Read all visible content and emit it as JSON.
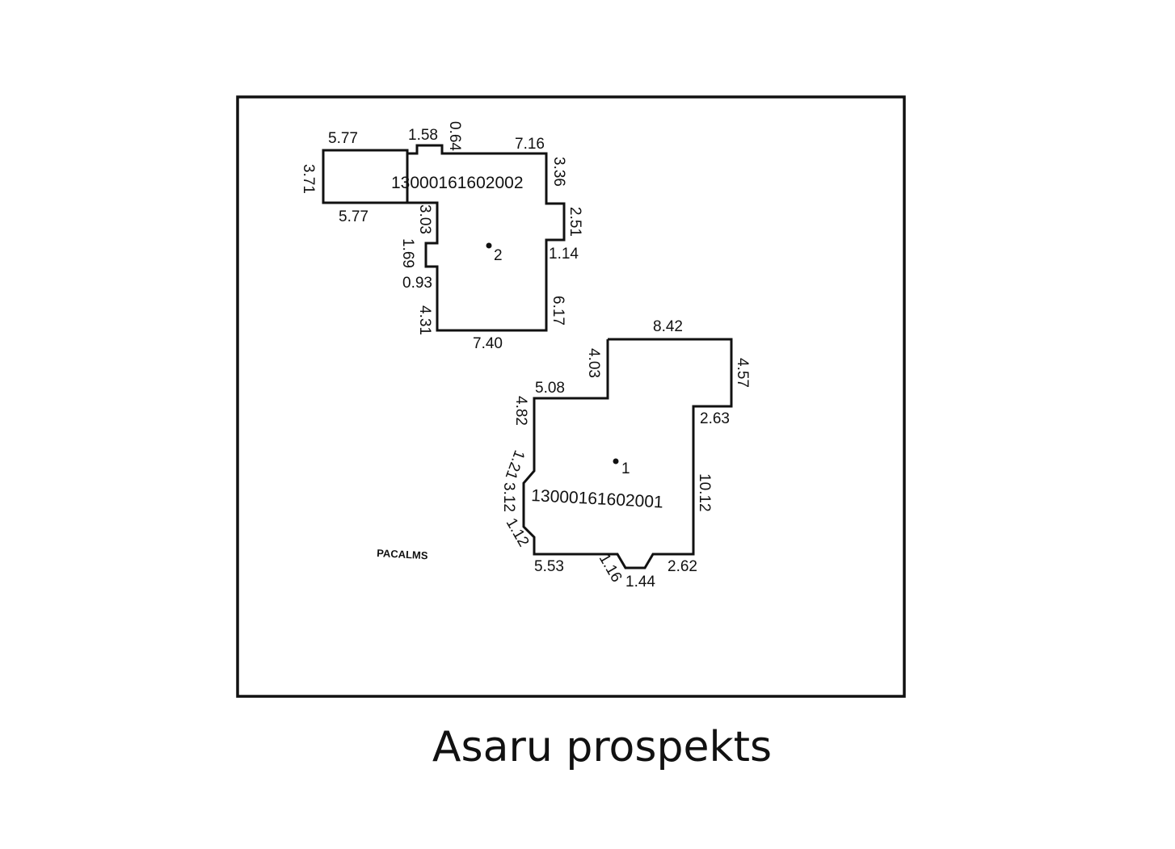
{
  "title": "Asaru prospekts",
  "parcel_label": "PACALMS",
  "buildings": [
    {
      "number": "2",
      "cadastral_code": "13000161602002",
      "dimensions": [
        "5.77",
        "1.58",
        "0.64",
        "7.16",
        "3.71",
        "3.36",
        "5.77",
        "3.03",
        "2.51",
        "1.69",
        "1.14",
        "0.93",
        "6.17",
        "4.31",
        "7.40"
      ]
    },
    {
      "number": "1",
      "cadastral_code": "13000161602001",
      "dimensions": [
        "8.42",
        "4.03",
        "4.57",
        "5.08",
        "4.82",
        "2.63",
        "1.21",
        "3.12",
        "10.12",
        "1.12",
        "5.53",
        "1.16",
        "1.44",
        "2.62"
      ]
    }
  ]
}
